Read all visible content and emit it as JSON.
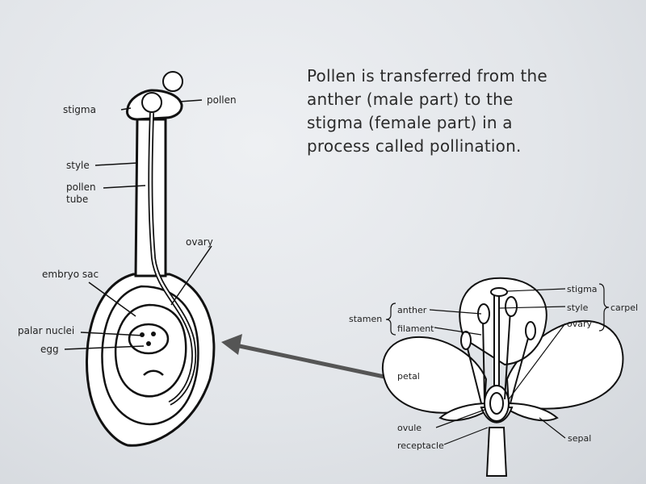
{
  "caption": {
    "lines": [
      "Pollen is transferred from the",
      "anther (male part) to the",
      "stigma (female part) in a",
      "process called pollination."
    ]
  },
  "carpel_diagram": {
    "stigma": "stigma",
    "pollen": "pollen",
    "style": "style",
    "pollen_tube_1": "pollen",
    "pollen_tube_2": "tube",
    "ovary": "ovary",
    "embryo_sac": "embryo sac",
    "polar_nuclei": "palar nuclei",
    "egg": "egg"
  },
  "flower_diagram": {
    "stigma": "stigma",
    "style": "style",
    "ovary": "ovary",
    "carpel": "carpel",
    "stamen": "stamen",
    "anther": "anther",
    "filament": "filament",
    "petal": "petal",
    "ovule": "ovule",
    "receptacle": "receptacle",
    "sepal": "sepal"
  },
  "colors": {
    "background": "#e4e7ea",
    "arrow": "#555555",
    "line": "#111111"
  }
}
